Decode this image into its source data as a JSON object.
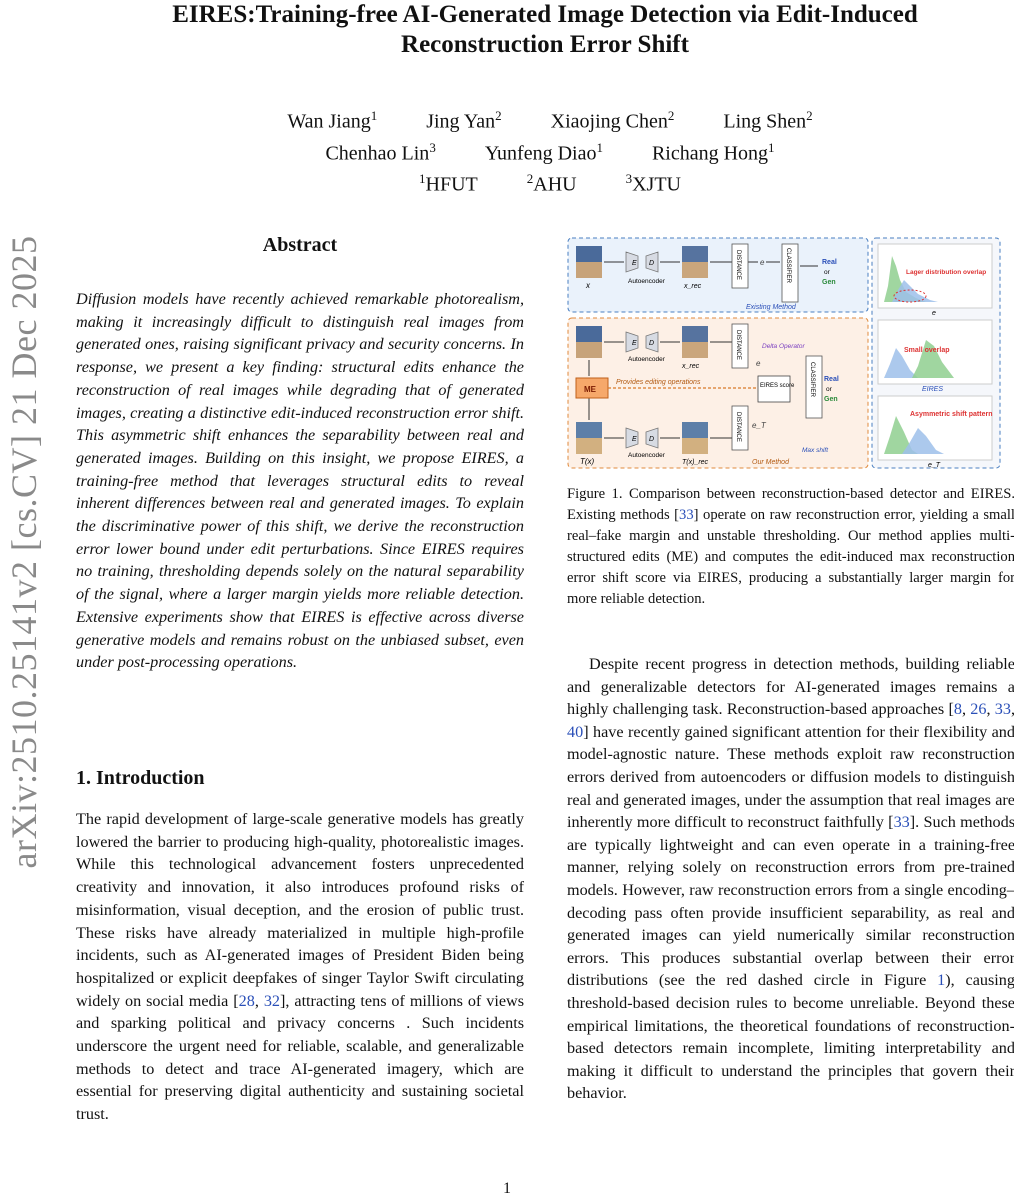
{
  "title": {
    "line1": "EIRES:Training-free AI-Generated Image Detection via Edit-Induced",
    "line2": "Reconstruction Error Shift"
  },
  "authors": {
    "row1": [
      {
        "name": "Wan Jiang",
        "aff": "1"
      },
      {
        "name": "Jing Yan",
        "aff": "2"
      },
      {
        "name": "Xiaojing Chen",
        "aff": "2"
      },
      {
        "name": "Ling Shen",
        "aff": "2"
      }
    ],
    "row2": [
      {
        "name": "Chenhao Lin",
        "aff": "3"
      },
      {
        "name": "Yunfeng Diao",
        "aff": "1"
      },
      {
        "name": "Richang Hong",
        "aff": "1"
      }
    ],
    "affiliations": [
      {
        "num": "1",
        "name": "HFUT"
      },
      {
        "num": "2",
        "name": "AHU"
      },
      {
        "num": "3",
        "name": "XJTU"
      }
    ]
  },
  "arxiv_stamp": "arXiv:2510.25141v2  [cs.CV]  21 Dec 2025",
  "abstract": {
    "heading": "Abstract",
    "text": "Diffusion models have recently achieved remarkable photorealism, making it increasingly difficult to distinguish real images from generated ones, raising significant privacy and security concerns. In response, we present a key finding: structural edits enhance the reconstruction of real images while degrading that of generated images, creating a distinctive edit-induced reconstruction error shift. This asymmetric shift enhances the separability between real and generated images. Building on this insight, we propose EIRES, a training-free method that leverages structural edits to reveal inherent differences between real and generated images. To explain the discriminative power of this shift, we derive the reconstruction error lower bound under edit perturbations. Since EIRES requires no training, thresholding depends solely on the natural separability of the signal, where a larger margin yields more reliable detection. Extensive experiments show that EIRES is effective across diverse generative models and remains robust on the unbiased subset, even under post-processing operations."
  },
  "introduction": {
    "heading": "1. Introduction",
    "p1_a": "The rapid development of large-scale generative models has greatly lowered the barrier to producing high-quality, photorealistic images. While this technological advancement fosters unprecedented creativity and innovation, it also introduces profound risks of misinformation, visual deception, and the erosion of public trust. These risks have already materialized in multiple high-profile incidents, such as AI-generated images of President Biden being hospitalized or explicit deepfakes of singer Taylor Swift circulating widely on social media [",
    "p1_cite1": "28",
    "p1_sep": ", ",
    "p1_cite2": "32",
    "p1_b": "], attracting tens of millions of views and sparking political and privacy concerns . Such incidents underscore the urgent need for reliable, scalable, and generalizable methods to detect and trace AI-generated imagery, which are essential for preserving digital authenticity and sustaining societal trust.",
    "p2_a": "Despite recent progress in detection methods, building reliable and generalizable detectors for AI-generated images remains a highly challenging task. Reconstruction-based approaches [",
    "p2_c1": "8",
    "p2_c2": "26",
    "p2_c3": "33",
    "p2_c4": "40",
    "p2_b": "] have recently gained significant attention for their flexibility and model-agnostic nature. These methods exploit raw reconstruction errors derived from autoencoders or diffusion models to distinguish real and generated images, under the assumption that real images are inherently more difficult to reconstruct faithfully [",
    "p2_c5": "33",
    "p2_c": "]. Such methods are typically lightweight and can even operate in a training-free manner, relying solely on reconstruction errors from pre-trained models. However, raw reconstruction errors from a single encoding–decoding pass often provide insufficient separability, as real and generated images can yield numerically similar reconstruction errors. This produces substantial overlap between their error distributions (see the red dashed circle in Figure ",
    "p2_c6": "1",
    "p2_d": "), causing threshold-based decision rules to become unreliable. Beyond these empirical limitations, the theoretical foundations of reconstruction-based detectors remain incomplete, limiting interpretability and making it difficult to understand the principles that govern their behavior."
  },
  "figure": {
    "caption_a": "Figure 1. Comparison between reconstruction-based detector and EIRES. Existing methods [",
    "caption_cite": "33",
    "caption_b": "] operate on raw reconstruction error, yielding a small real–fake margin and unstable thresholding. Our method applies multi-structured edits (ME) and computes the edit-induced max reconstruction error shift score via EIRES, producing a substantially larger margin for more reliable detection.",
    "labels": {
      "x": "x",
      "x_rec": "x_rec",
      "autoencoder": "Autoencoder",
      "distance": "DISTANCE",
      "classifier": "CLASSIFIER",
      "e": "e",
      "real": "Real",
      "or": "or",
      "gen": "Gen",
      "existing": "Existing Method",
      "ours": "Our Method",
      "me": "ME",
      "provides": "Provides editing operations",
      "delta_operator": "Delta Operator",
      "eires_score": "EIRES score",
      "max_shift": "Max shift",
      "tx": "T(x)",
      "tx_rec": "T(x)_rec",
      "e_T": "e_T",
      "E": "E",
      "D": "D",
      "overlap_large": "Lager distribution overlap",
      "overlap_small": "Small overlap",
      "asym": "Asymmetric shift pattern",
      "axis_e": "e",
      "axis_eires": "EIRES",
      "axis_et": "e_T"
    }
  },
  "page_number": "1"
}
